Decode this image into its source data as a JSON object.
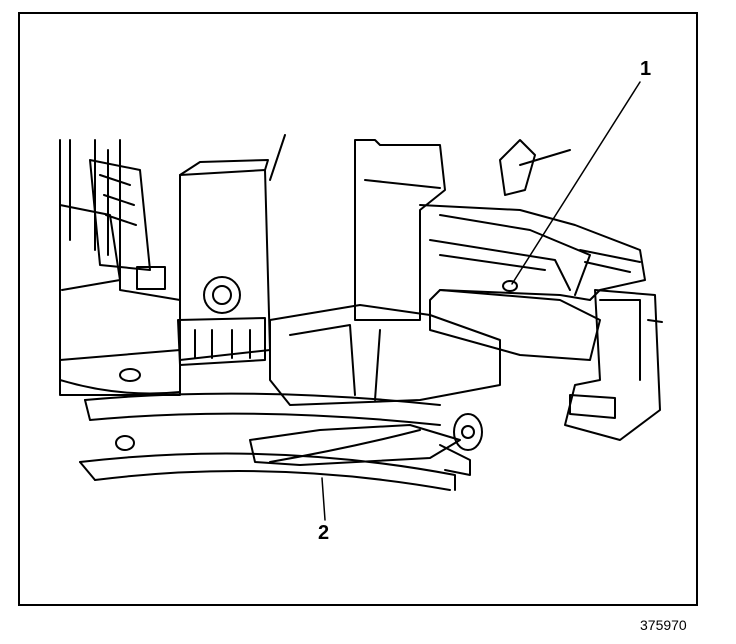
{
  "callouts": [
    {
      "label": "1"
    },
    {
      "label": "2"
    }
  ],
  "figure_id": "375970",
  "colors": {
    "ink": "#000000",
    "paper": "#ffffff"
  }
}
